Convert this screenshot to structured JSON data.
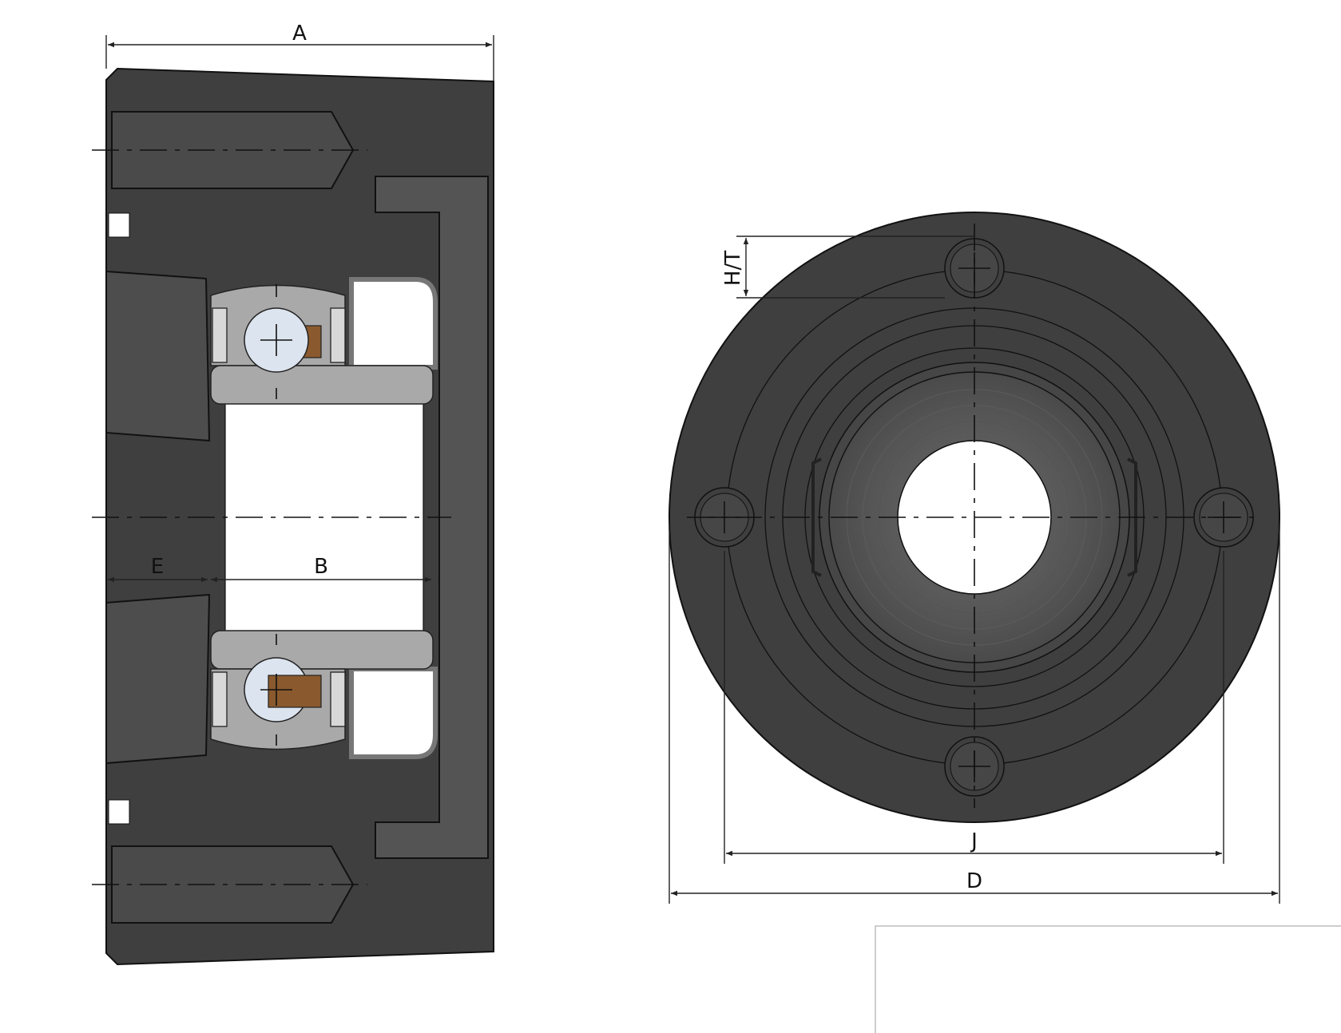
{
  "labels": {
    "dim_a": "A",
    "dim_b": "B",
    "dim_d": "D",
    "dim_e": "E",
    "dim_j": "J",
    "dim_ht": "H/T"
  },
  "colors": {
    "body_dark": "#3f3f3f",
    "body_mid": "#4d4d4d",
    "cover_plate": "#545454",
    "bearing_ring": "#a9a9a9",
    "bearing_ball": "#dce4ef",
    "cage": "#8a5a2e",
    "line": "#111111",
    "background": "#ffffff"
  }
}
